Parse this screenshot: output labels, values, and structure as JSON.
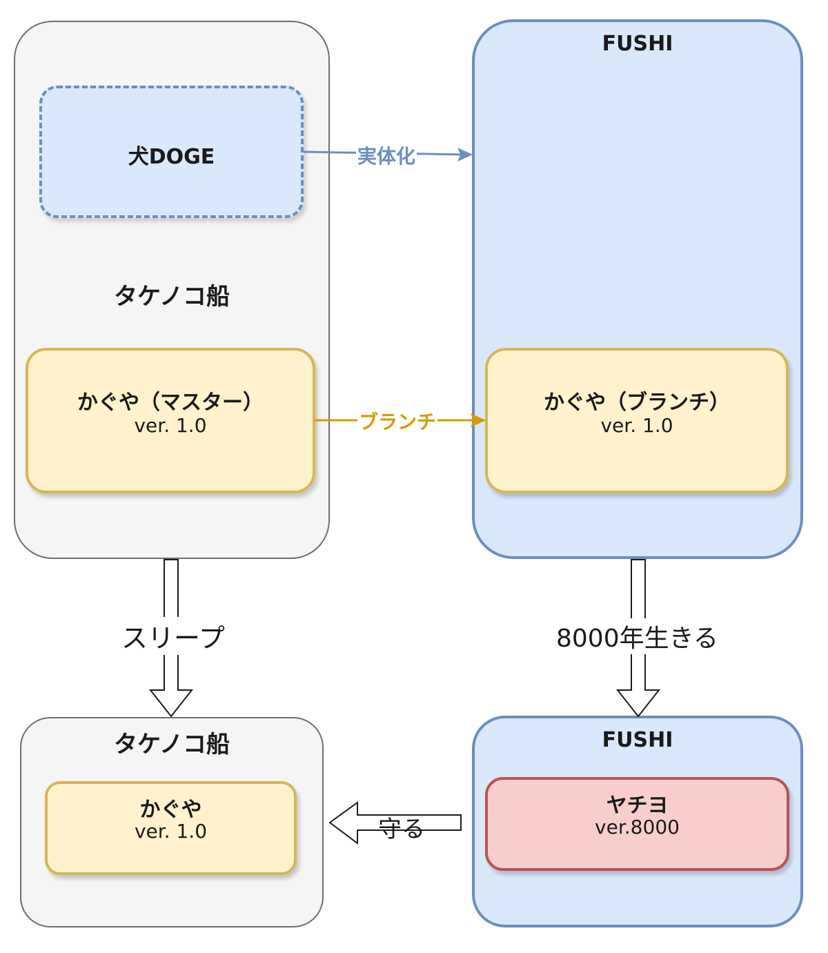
{
  "takenoko_top": {
    "label": "タケノコ船"
  },
  "inu_doge": {
    "label": "犬DOGE"
  },
  "kaguya_master": {
    "title": "かぐや（マスター）",
    "version": "ver. 1.0"
  },
  "fushi_top": {
    "label": "FUSHI"
  },
  "kaguya_branch": {
    "title": "かぐや（ブランチ）",
    "version": "ver. 1.0"
  },
  "edges": {
    "materialize": "実体化",
    "branch": "ブランチ",
    "sleep": "スリープ",
    "live": "8000年生きる",
    "protect": "守る"
  },
  "takenoko_bottom": {
    "label": "タケノコ船"
  },
  "kaguya_bottom": {
    "title": "かぐや",
    "version": "ver. 1.0"
  },
  "fushi_bottom": {
    "label": "FUSHI"
  },
  "yachiyo": {
    "title": "ヤチヨ",
    "version": "ver.8000"
  },
  "colors": {
    "blue_stroke": "#6c8ebf",
    "blue_fill": "#dae8fc",
    "yellow_stroke": "#d6b656",
    "yellow_fill": "#fff2cc",
    "red_stroke": "#b85450",
    "red_fill": "#f8cecc",
    "branch_arrow": "#d79b00",
    "grey_fill": "#f5f5f5"
  }
}
